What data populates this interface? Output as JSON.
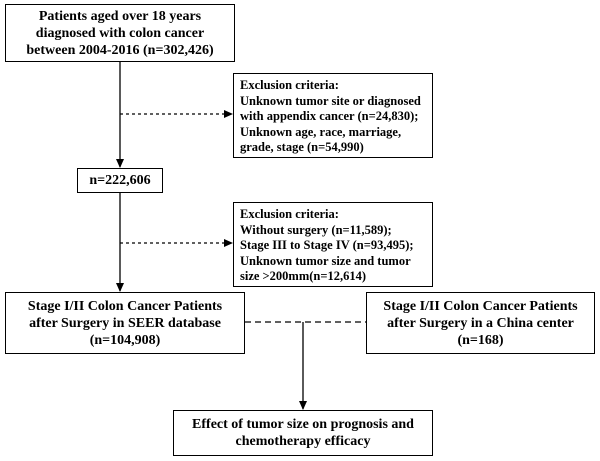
{
  "boxes": {
    "start": {
      "lines": [
        "Patients aged over 18 years",
        "diagnosed with colon cancer",
        "between 2004-2016 (n=302,426)"
      ]
    },
    "exclusion1": {
      "lines": [
        "Exclusion criteria:",
        "Unknown tumor site or diagnosed",
        "with appendix cancer  (n=24,830);",
        "Unknown age, race, marriage,",
        "grade, stage (n=54,990)"
      ]
    },
    "middle": {
      "lines": [
        "n=222,606"
      ]
    },
    "exclusion2": {
      "lines": [
        "Exclusion criteria:",
        "Without surgery (n=11,589);",
        "Stage III to Stage IV (n=93,495);",
        "Unknown tumor size and tumor",
        "size >200mm(n=12,614)"
      ]
    },
    "seer": {
      "lines": [
        "Stage I/II Colon Cancer Patients",
        "after Surgery in SEER database",
        "(n=104,908)"
      ]
    },
    "china": {
      "lines": [
        "Stage I/II Colon Cancer Patients",
        "after Surgery in a China center",
        "(n=168)"
      ]
    },
    "outcome": {
      "lines": [
        "Effect of tumor size on prognosis and",
        "chemotherapy efficacy"
      ]
    }
  }
}
